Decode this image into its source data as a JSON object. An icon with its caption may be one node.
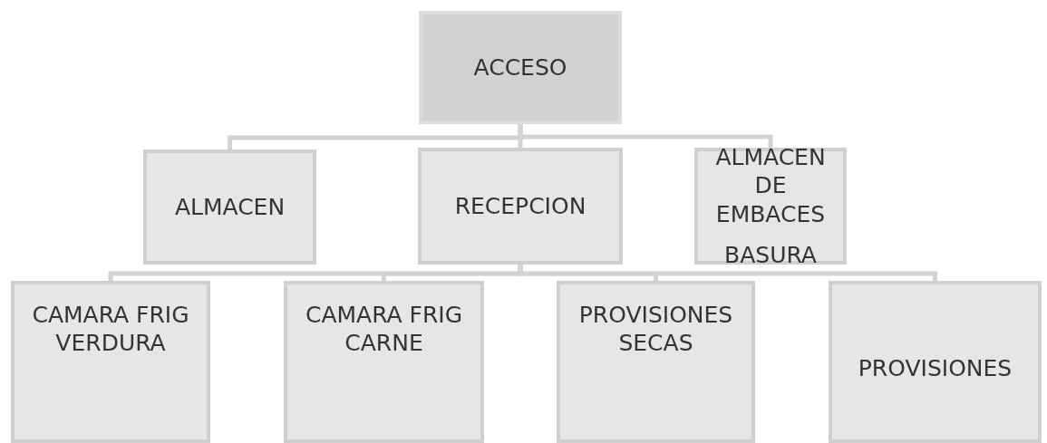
{
  "diagram": {
    "nodes": [
      {
        "text": [
          "ACCESO"
        ]
      },
      {
        "text": [
          "ALMACEN"
        ]
      },
      {
        "text": [
          "RECEPCION"
        ]
      },
      {
        "text": [
          "ALMACEN DE EMBACES",
          "BASURA"
        ]
      },
      {
        "text": [
          "CAMARA FRIG VERDURA"
        ]
      },
      {
        "text": [
          "CAMARA FRIG CARNE"
        ]
      },
      {
        "text": [
          "PROVISIONES SECAS"
        ]
      },
      {
        "text": [
          "PROVISIONES"
        ]
      }
    ],
    "edges": [
      {
        "from": 0,
        "to": 1,
        "arrow": "none"
      },
      {
        "from": 0,
        "to": 2,
        "arrow": "none"
      },
      {
        "from": 0,
        "to": 3,
        "arrow": "none"
      },
      {
        "from": 2,
        "to": 4,
        "arrow": "none"
      },
      {
        "from": 2,
        "to": 5,
        "arrow": "none"
      },
      {
        "from": 2,
        "to": 6,
        "arrow": "none"
      },
      {
        "from": 2,
        "to": 7,
        "arrow": "none"
      }
    ]
  }
}
